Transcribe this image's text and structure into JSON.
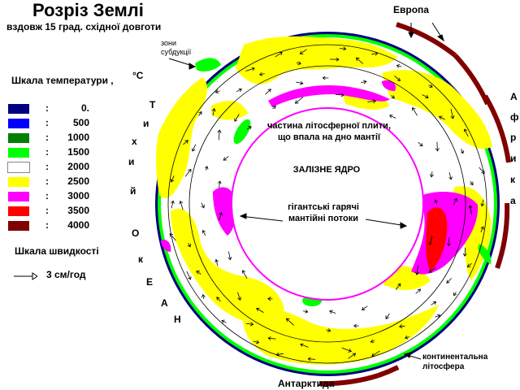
{
  "title": "Розріз Землі",
  "subtitle": "вздовж 15 град. східної довготи",
  "temperature_scale": {
    "title": "Шкала температури ,",
    "unit": "°С",
    "levels": [
      {
        "value": "0.",
        "color": "#000080"
      },
      {
        "value": "500",
        "color": "#0000ff"
      },
      {
        "value": "1000",
        "color": "#008000"
      },
      {
        "value": "1500",
        "color": "#00ff00"
      },
      {
        "value": "2000",
        "color": "#ffffff"
      },
      {
        "value": "2500",
        "color": "#ffff00"
      },
      {
        "value": "3000",
        "color": "#ff00ff"
      },
      {
        "value": "3500",
        "color": "#ff0000"
      },
      {
        "value": "4000",
        "color": "#800000"
      }
    ]
  },
  "velocity_scale": {
    "title": "Шкала швидкості",
    "label": "3 см/год"
  },
  "labels": {
    "subduction": "зони\nсубдукції",
    "europe": "Европа",
    "africa_letters": [
      "А",
      "ф",
      "р",
      "и",
      "к",
      "а"
    ],
    "pacific_letters": [
      "Т",
      "и",
      "х",
      "и",
      "й",
      "О",
      "к",
      "Е",
      "А",
      "Н"
    ],
    "antarctica": "Антарктида",
    "slab": "частина літосферної плити,\nщо впала на дно мантії",
    "core": "ЗАЛІЗНЕ  ЯДРО",
    "plumes": "гігантські гарячі\nмантійні потоки",
    "continental_lithosphere": "континентальна\nлітосфера"
  }
}
